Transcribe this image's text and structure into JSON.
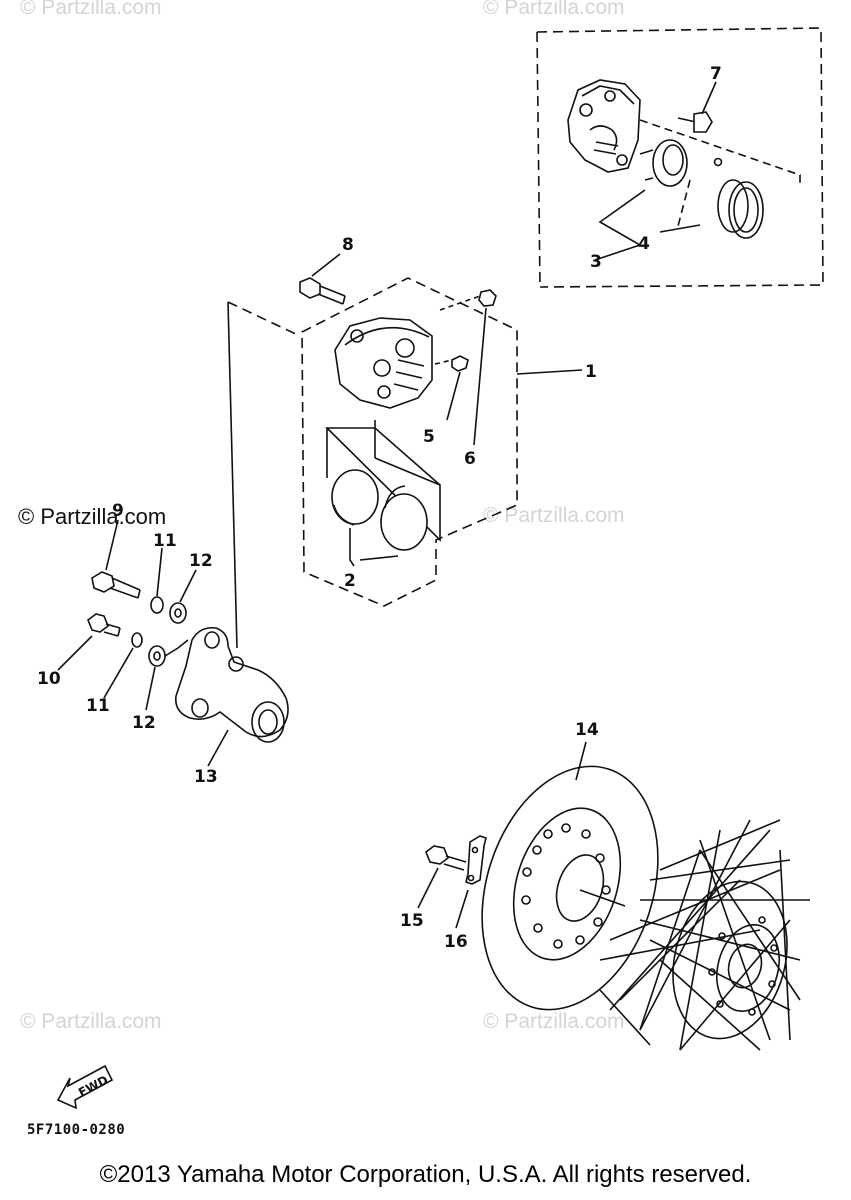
{
  "watermarks": {
    "top_left": "© Partzilla.com",
    "top_right": "© Partzilla.com",
    "mid_left": "© Partzilla.com",
    "mid_right": "© Partzilla.com",
    "bottom_left": "© Partzilla.com",
    "bottom_right": "© Partzilla.com"
  },
  "callouts": {
    "c1": "1",
    "c2": "2",
    "c3": "3",
    "c4": "4",
    "c5": "5",
    "c6": "6",
    "c7": "7",
    "c8": "8",
    "c9": "9",
    "c10": "10",
    "c11a": "11",
    "c11b": "11",
    "c12a": "12",
    "c12b": "12",
    "c13": "13",
    "c14": "14",
    "c15": "15",
    "c16": "16"
  },
  "fwd_label": "FWD",
  "diagram_code": "5F7100-0280",
  "copyright": "©2013  Yamaha Motor Corporation, U.S.A. All rights reserved."
}
